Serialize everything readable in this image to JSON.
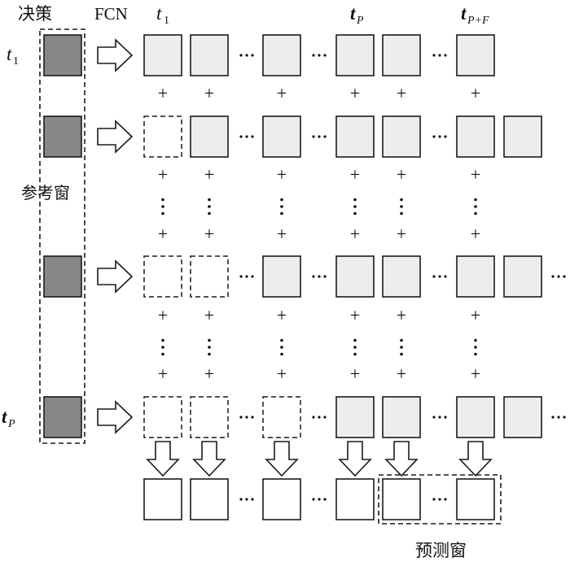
{
  "header": {
    "decision_label": "决策",
    "fcn_label": "FCN",
    "col_t1": {
      "base": "t",
      "sub": "1"
    },
    "col_tP": {
      "base": "t",
      "sub": "P"
    },
    "col_tPF": {
      "base": "t",
      "sub": "P+F"
    }
  },
  "row_labels": {
    "first": {
      "base": "t",
      "sub": "1"
    },
    "last": {
      "base": "t",
      "sub": "P"
    }
  },
  "reference_window_label": "参考窗",
  "prediction_window_label": "预测窗",
  "symbols": {
    "plus": "+",
    "ellipsis": "···",
    "vdots": "⋮"
  },
  "colors": {
    "decision_fill": "#878787",
    "filled_cell": "#ededed",
    "empty_cell": "#ffffff",
    "stroke": "#1a1a1a"
  },
  "rows": [
    {
      "name": "row-1",
      "cells": [
        "filled",
        "filled",
        "filled",
        "filled",
        "filled",
        "filled",
        "none"
      ],
      "trailing_ellipsis": false
    },
    {
      "name": "row-2",
      "cells": [
        "empty",
        "filled",
        "filled",
        "filled",
        "filled",
        "filled",
        "filled"
      ],
      "trailing_ellipsis": false
    },
    {
      "name": "row-3",
      "cells": [
        "empty",
        "empty",
        "filled",
        "filled",
        "filled",
        "filled",
        "filled"
      ],
      "trailing_ellipsis": true
    },
    {
      "name": "row-4",
      "cells": [
        "empty",
        "empty",
        "empty",
        "filled",
        "filled",
        "filled",
        "filled"
      ],
      "trailing_ellipsis": true
    }
  ],
  "output_row": {
    "cells": [
      "out",
      "out",
      "out",
      "out",
      "out",
      "out",
      "none"
    ]
  },
  "plus_columns_row1": [
    0,
    1,
    2,
    3,
    4,
    5
  ],
  "plus_columns_mid": [
    0,
    1,
    2,
    3,
    4,
    5
  ]
}
